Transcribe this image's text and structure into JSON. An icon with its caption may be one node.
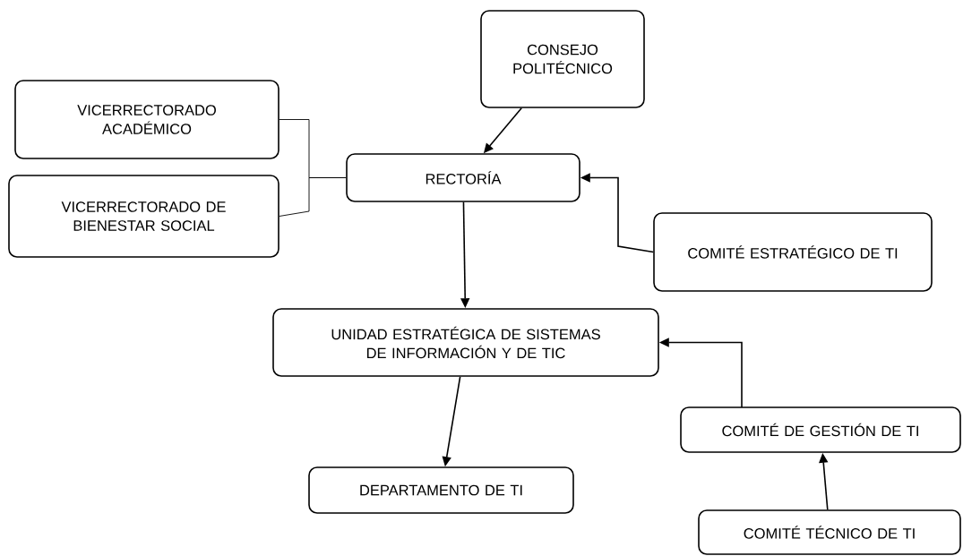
{
  "diagram": {
    "nodes": [
      {
        "text": [
          "CONSEJO POLITÉCNICO"
        ]
      },
      {
        "text": [
          "VICERRECTORADO ACADÉMICO"
        ]
      },
      {
        "text": [
          "VICERRECTORADO DE BIENESTAR SOCIAL"
        ]
      },
      {
        "text": [
          "RECTORÍA"
        ]
      },
      {
        "text": [
          "COMITÉ ESTRATÉGICO DE TI"
        ]
      },
      {
        "text": [
          "UNIDAD ESTRATÉGICA DE SISTEMAS DE INFORMACIÓN Y DE TIC"
        ]
      },
      {
        "text": [
          "COMITÉ DE GESTIÓN DE TI"
        ]
      },
      {
        "text": [
          "DEPARTAMENTO DE TI"
        ]
      },
      {
        "text": [
          "COMITÉ TÉCNICO DE TI"
        ]
      }
    ],
    "edges": [
      {
        "from": 0,
        "to": 3,
        "arrow": "to"
      },
      {
        "from": 1,
        "to": 3,
        "arrow": "none"
      },
      {
        "from": 2,
        "to": 3,
        "arrow": "none"
      },
      {
        "from": 3,
        "to": 5,
        "arrow": "to"
      },
      {
        "from": 4,
        "to": 3,
        "arrow": "to"
      },
      {
        "from": 5,
        "to": 7,
        "arrow": "to"
      },
      {
        "from": 6,
        "to": 5,
        "arrow": "to"
      },
      {
        "from": 8,
        "to": 6,
        "arrow": "to"
      }
    ]
  }
}
